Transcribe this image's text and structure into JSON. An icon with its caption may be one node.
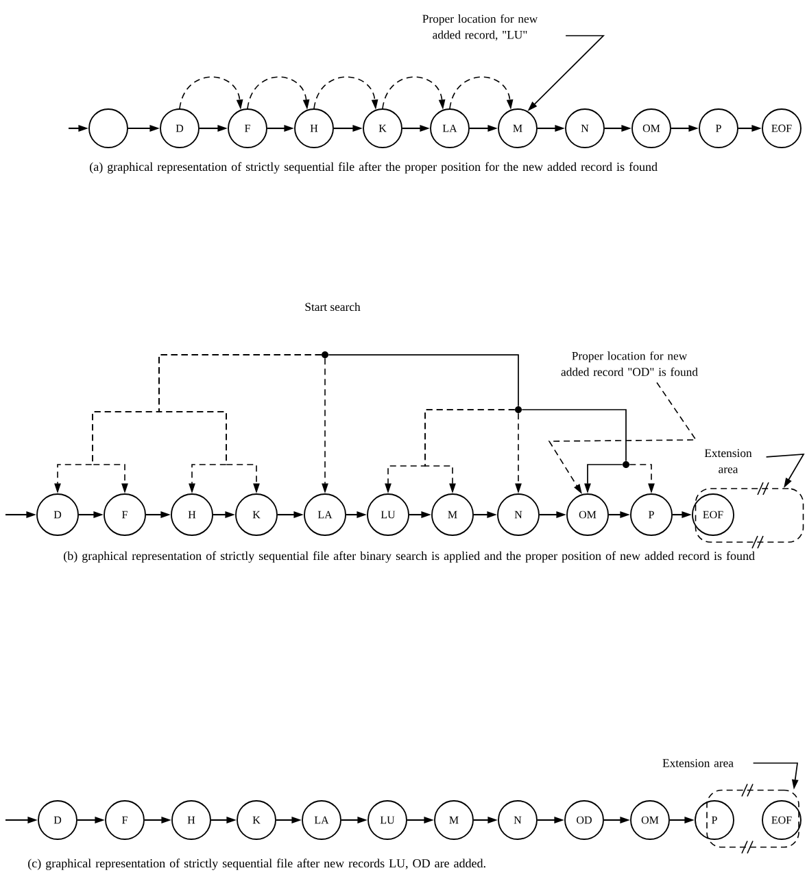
{
  "diagram": {
    "nodes": [
      {
        "text": [
          "Proper location for new added record, \"LU\""
        ]
      },
      {
        "text": [],
        "shape": "circle"
      },
      {
        "text": [
          "D"
        ]
      },
      {
        "text": [
          "F"
        ]
      },
      {
        "text": [
          "H"
        ]
      },
      {
        "text": [
          "K"
        ]
      },
      {
        "text": [
          "LA"
        ]
      },
      {
        "text": [
          "M"
        ]
      },
      {
        "text": [
          "N"
        ]
      },
      {
        "text": [
          "OM"
        ]
      },
      {
        "text": [
          "P"
        ]
      },
      {
        "text": [
          "EOF"
        ]
      },
      {
        "text": [
          "Proper location for new added record \"OD\" is found"
        ]
      },
      {
        "text": [
          "Extension area"
        ]
      },
      {
        "text": [],
        "shape": "box"
      },
      {
        "text": [
          "D"
        ]
      },
      {
        "text": [
          "F"
        ]
      },
      {
        "text": [
          "H"
        ]
      },
      {
        "text": [
          "K"
        ]
      },
      {
        "text": [
          "LA"
        ]
      },
      {
        "text": [
          "LU"
        ]
      },
      {
        "text": [
          "M"
        ]
      },
      {
        "text": [
          "N"
        ]
      },
      {
        "text": [
          "OM"
        ]
      },
      {
        "text": [
          "P"
        ]
      },
      {
        "text": [
          "EOF"
        ],
        "in": 14
      },
      {
        "text": [
          "Extension area"
        ]
      },
      {
        "text": [],
        "shape": "box"
      },
      {
        "text": [
          "D"
        ]
      },
      {
        "text": [
          "F"
        ]
      },
      {
        "text": [
          "H"
        ]
      },
      {
        "text": [
          "K"
        ]
      },
      {
        "text": [
          "LA"
        ]
      },
      {
        "text": [
          "LU"
        ]
      },
      {
        "text": [
          "M"
        ]
      },
      {
        "text": [
          "N"
        ]
      },
      {
        "text": [
          "OD"
        ]
      },
      {
        "text": [
          "OM"
        ]
      },
      {
        "text": [
          "P"
        ]
      },
      {
        "text": [
          "EOF"
        ],
        "in": 27
      },
      {
        "text": [],
        "shape": "dot"
      },
      {
        "text": [],
        "shape": "dot"
      },
      {
        "text": [],
        "shape": "dot"
      }
    ],
    "edges": [
      {
        "from": null,
        "to": 1,
        "arrow": "to"
      },
      {
        "from": 1,
        "to": 2,
        "arrow": "to"
      },
      {
        "from": 2,
        "to": 3,
        "arrow": "to"
      },
      {
        "from": 3,
        "to": 4,
        "arrow": "to"
      },
      {
        "from": 4,
        "to": 5,
        "arrow": "to"
      },
      {
        "from": 5,
        "to": 6,
        "arrow": "to"
      },
      {
        "from": 6,
        "to": 7,
        "arrow": "to"
      },
      {
        "from": 7,
        "to": 8,
        "arrow": "to"
      },
      {
        "from": 8,
        "to": 9,
        "arrow": "to"
      },
      {
        "from": 9,
        "to": 10,
        "arrow": "to"
      },
      {
        "from": 10,
        "to": 11,
        "arrow": "to"
      },
      {
        "from": 2,
        "to": 3,
        "arrow": "to",
        "style": "dashed"
      },
      {
        "from": 3,
        "to": 4,
        "arrow": "to",
        "style": "dashed"
      },
      {
        "from": 4,
        "to": 5,
        "arrow": "to",
        "style": "dashed"
      },
      {
        "from": 5,
        "to": 6,
        "arrow": "to",
        "style": "dashed"
      },
      {
        "from": 6,
        "to": 7,
        "arrow": "to",
        "style": "dashed"
      },
      {
        "from": 0,
        "to": 7,
        "arrow": "to"
      },
      {
        "from": null,
        "to": 15,
        "arrow": "to"
      },
      {
        "from": 15,
        "to": 16,
        "arrow": "to"
      },
      {
        "from": 16,
        "to": 17,
        "arrow": "to"
      },
      {
        "from": 17,
        "to": 18,
        "arrow": "to"
      },
      {
        "from": 18,
        "to": 19,
        "arrow": "to"
      },
      {
        "from": 19,
        "to": 20,
        "arrow": "to"
      },
      {
        "from": 20,
        "to": 21,
        "arrow": "to"
      },
      {
        "from": 21,
        "to": 22,
        "arrow": "to"
      },
      {
        "from": 22,
        "to": 23,
        "arrow": "to"
      },
      {
        "from": 23,
        "to": 24,
        "arrow": "to"
      },
      {
        "from": 24,
        "to": 25,
        "arrow": "to"
      },
      {
        "from": 40,
        "to": 15,
        "arrow": "to",
        "style": "dashed"
      },
      {
        "from": 40,
        "to": 16,
        "arrow": "to",
        "style": "dashed"
      },
      {
        "from": 40,
        "to": 17,
        "arrow": "to",
        "style": "dashed"
      },
      {
        "from": 40,
        "to": 18,
        "arrow": "to",
        "style": "dashed"
      },
      {
        "from": 40,
        "to": 19,
        "arrow": "to",
        "style": "dashed"
      },
      {
        "from": 41,
        "to": 20,
        "arrow": "to",
        "style": "dashed"
      },
      {
        "from": 41,
        "to": 21,
        "arrow": "to",
        "style": "dashed"
      },
      {
        "from": 41,
        "to": 22,
        "arrow": "to",
        "style": "dashed"
      },
      {
        "from": 42,
        "to": 23,
        "arrow": "to"
      },
      {
        "from": 42,
        "to": 24,
        "arrow": "to",
        "style": "dashed"
      },
      {
        "from": 40,
        "to": 41,
        "arrow": "none"
      },
      {
        "from": 41,
        "to": 42,
        "arrow": "none"
      },
      {
        "from": 12,
        "to": 23,
        "arrow": "to",
        "style": "dashed"
      },
      {
        "from": 13,
        "to": 14,
        "arrow": "to"
      },
      {
        "from": null,
        "to": 28,
        "arrow": "to"
      },
      {
        "from": 28,
        "to": 29,
        "arrow": "to"
      },
      {
        "from": 29,
        "to": 30,
        "arrow": "to"
      },
      {
        "from": 30,
        "to": 31,
        "arrow": "to"
      },
      {
        "from": 31,
        "to": 32,
        "arrow": "to"
      },
      {
        "from": 32,
        "to": 33,
        "arrow": "to"
      },
      {
        "from": 33,
        "to": 34,
        "arrow": "to"
      },
      {
        "from": 34,
        "to": 35,
        "arrow": "to"
      },
      {
        "from": 35,
        "to": 36,
        "arrow": "to"
      },
      {
        "from": 36,
        "to": 37,
        "arrow": "to"
      },
      {
        "from": 37,
        "to": 38,
        "arrow": "to"
      },
      {
        "from": 26,
        "to": 27,
        "arrow": "to"
      }
    ],
    "labels": [
      "(a) graphical representation of strictly sequential file after the proper position for the new added record is found",
      "Start search",
      "(b) graphical representation of strictly sequential file after binary search is applied and the proper position of new added record is found",
      "(c) graphical representation of strictly sequential file after new records LU, OD are added."
    ]
  }
}
